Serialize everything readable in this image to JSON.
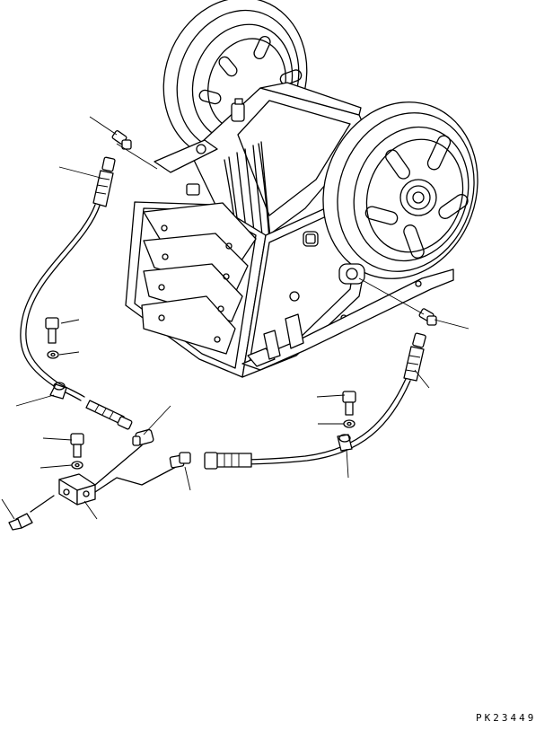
{
  "figure": {
    "drawing_code": "PK23449",
    "parts": [
      "jaw-crusher-body",
      "flywheel-left",
      "flywheel-right",
      "elbow-fitting",
      "grease-hose",
      "clamp",
      "bolt",
      "washer",
      "grease-block",
      "grease-nipple",
      "tube"
    ]
  }
}
